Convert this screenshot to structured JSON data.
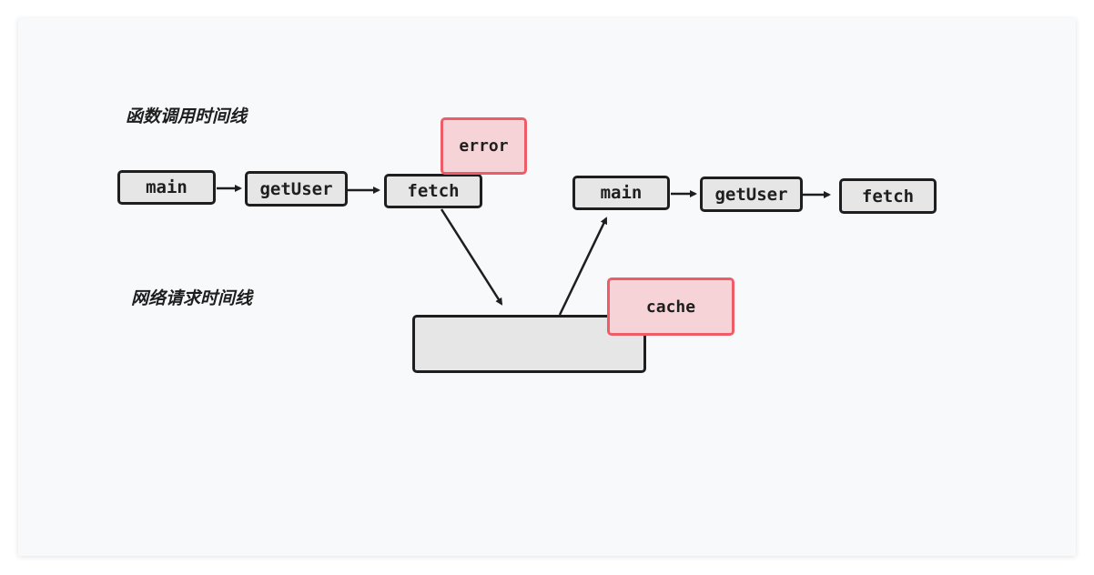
{
  "lanes": {
    "function_timeline": "函数调用时间线",
    "network_timeline": "网络请求时间线"
  },
  "flow1": {
    "main": "main",
    "getuser": "getUser",
    "fetch": "fetch"
  },
  "flow2": {
    "main": "main",
    "getuser": "getUser",
    "fetch": "fetch"
  },
  "tags": {
    "error": "error",
    "cache": "cache"
  },
  "network_box": "",
  "colors": {
    "node_fill": "#e6e6e6",
    "stroke": "#1e1e1e",
    "tag_fill": "#f6d3d6",
    "tag_border": "#ee5d67",
    "canvas": "#f8f9fb"
  }
}
